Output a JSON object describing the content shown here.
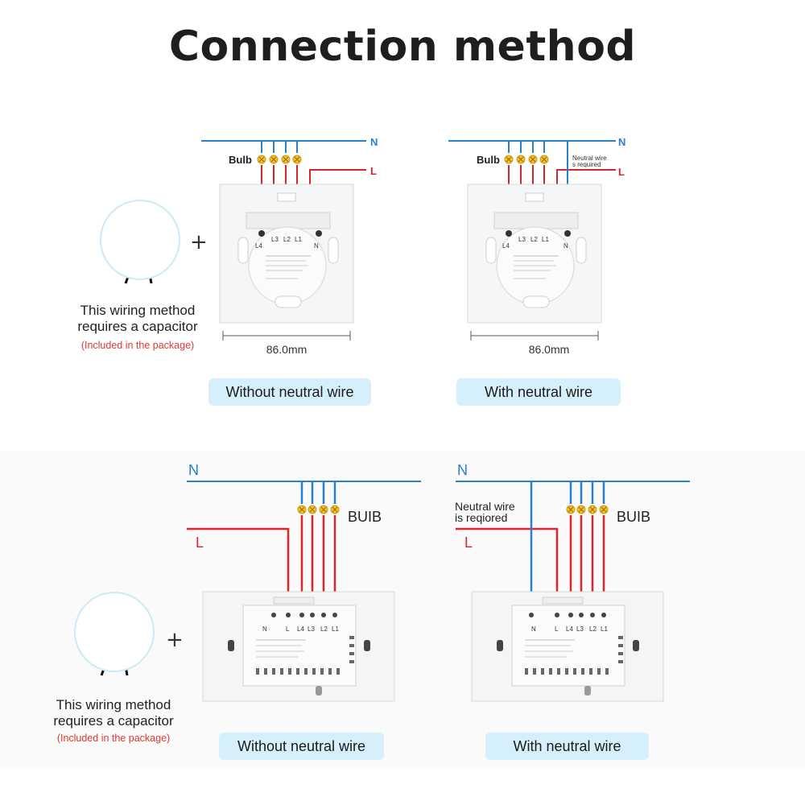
{
  "title": "Connection method",
  "colors": {
    "neutral": "#2a7fd0",
    "live": "#d9252b",
    "capacitor": "#f2c21a",
    "badge": "#d6f0fb"
  },
  "top_left": {
    "n_label": "N",
    "l_label": "L",
    "bulb_label": "Bulb",
    "terminals": [
      "L4",
      "L3",
      "L2",
      "L1",
      "N"
    ],
    "dimension": "86.0mm",
    "badge": "Without neutral wire"
  },
  "top_right": {
    "n_label": "N",
    "l_label": "L",
    "bulb_label": "Bulb",
    "neutral_note_line1": "Neutral wire",
    "neutral_note_line2": "s required",
    "terminals": [
      "L4",
      "L3",
      "L2",
      "L1",
      "N"
    ],
    "dimension": "86.0mm",
    "badge": "With neutral wire"
  },
  "bottom_left": {
    "n_label": "N",
    "l_label": "L",
    "bulb_label": "BUIB",
    "terminals": [
      "N",
      "L",
      "L4",
      "L3",
      "L2",
      "L1"
    ],
    "badge": "Without neutral wire"
  },
  "bottom_right": {
    "n_label": "N",
    "l_label": "L",
    "bulb_label": "BUIB",
    "neutral_note_line1": "Neutral wire",
    "neutral_note_line2": "is reqiored",
    "terminals": [
      "N",
      "L",
      "L4",
      "L3",
      "L2",
      "L1"
    ],
    "badge": "With neutral wire"
  },
  "capacitor_top": {
    "plus": "+",
    "note_line1": "This wiring method",
    "note_line2": "requires a capacitor",
    "package_note": "(Included in the package)"
  },
  "capacitor_bottom": {
    "plus": "+",
    "note_line1": "This wiring method",
    "note_line2": "requires a capacitor",
    "package_note": "(Included in the package)"
  }
}
